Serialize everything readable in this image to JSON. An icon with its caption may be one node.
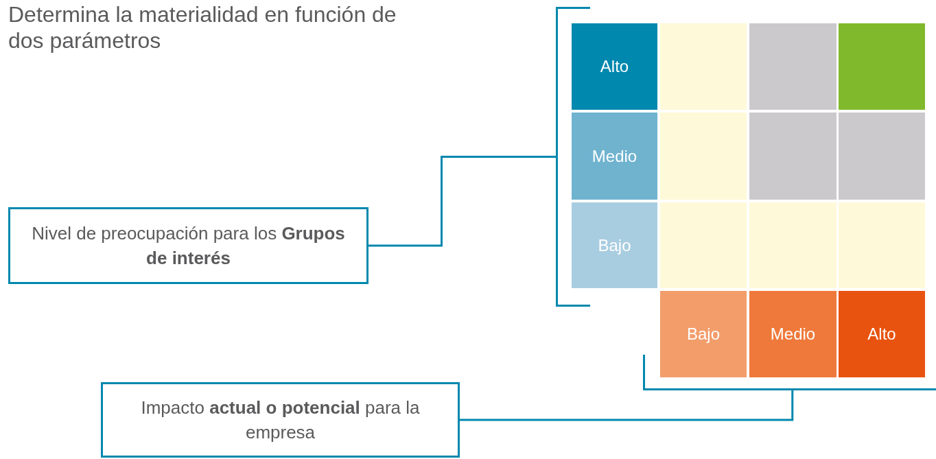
{
  "diagram": {
    "title": "Determina la materialidad en función de dos parámetros",
    "nodes": [
      {
        "text": [
          "Alto"
        ]
      },
      {
        "text": [],
        "shape": "box"
      },
      {
        "text": [],
        "shape": "box"
      },
      {
        "text": [],
        "shape": "box"
      },
      {
        "text": [
          "Medio"
        ]
      },
      {
        "text": [],
        "shape": "box"
      },
      {
        "text": [],
        "shape": "box"
      },
      {
        "text": [],
        "shape": "box"
      },
      {
        "text": [
          "Bajo"
        ]
      },
      {
        "text": [],
        "shape": "box"
      },
      {
        "text": [],
        "shape": "box"
      },
      {
        "text": [],
        "shape": "box"
      },
      {
        "text": [
          "Bajo"
        ]
      },
      {
        "text": [
          "Medio"
        ]
      },
      {
        "text": [
          "Alto"
        ]
      },
      {
        "text": [],
        "shape": "bracket"
      },
      {
        "text": [
          "Nivel de preocupación para los **Grupos de interés**"
        ]
      },
      {
        "text": [],
        "shape": "bracket"
      },
      {
        "text": [
          "Impacto **actual o potencial** para la empresa"
        ]
      }
    ],
    "edges": [
      {
        "from": 16,
        "to": 15,
        "arrow": "none"
      },
      {
        "from": 18,
        "to": 17,
        "arrow": "none"
      }
    ]
  }
}
